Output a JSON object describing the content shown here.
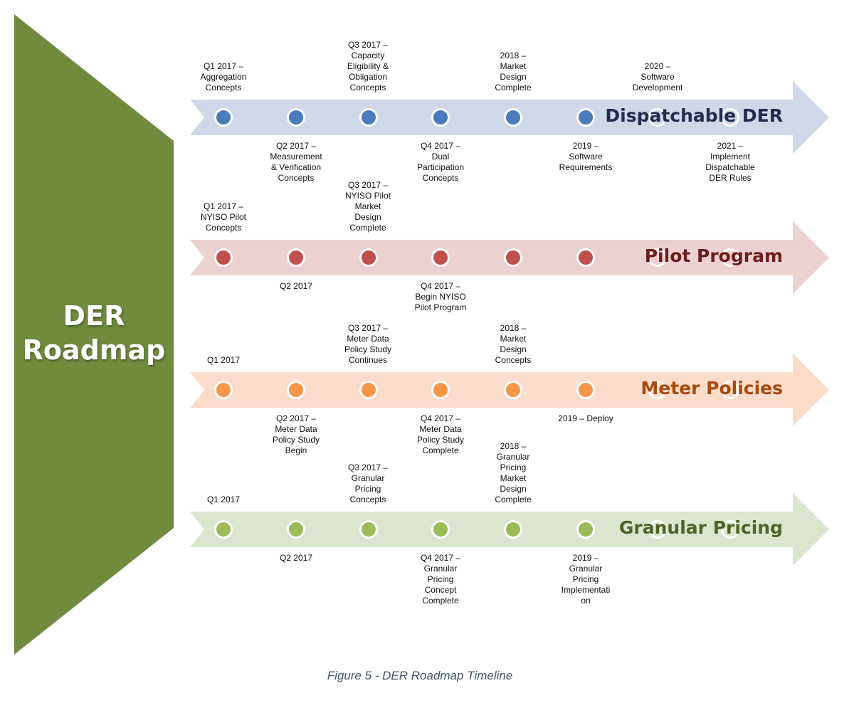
{
  "roadmap_title": [
    "DER",
    "Roadmap"
  ],
  "caption": "Figure 5 - DER Roadmap Timeline",
  "colors": {
    "chevron": "#6f8b3e"
  },
  "tracks": [
    {
      "id": "dispatchable",
      "title": "Dispatchable DER",
      "band_color": "#cfd8e8",
      "title_color": "#1f2d4d",
      "dot_color": "#4a7bbd",
      "filled_dots": 6,
      "above": [
        [
          "Q1 2017 –",
          "Aggregation",
          "Concepts"
        ],
        [
          "Q3 2017 –",
          "Capacity",
          "Eligibility &",
          "Obligation",
          "Concepts"
        ],
        [
          "2018 –",
          "Market",
          "Design",
          "Complete"
        ],
        [
          "2020 –",
          "Software",
          "Development"
        ]
      ],
      "below": [
        [
          "Q2 2017 –",
          "Measurement",
          "& Verification",
          "Concepts"
        ],
        [
          "Q4 2017 –",
          "Dual",
          "Participation",
          "Concepts"
        ],
        [
          "2019 –",
          "Software",
          "Requirements"
        ],
        [
          "2021 –",
          "Implement",
          "Dispatchable",
          "DER Rules"
        ]
      ]
    },
    {
      "id": "pilot",
      "title": "Pilot Program",
      "band_color": "#ebd1d0",
      "title_color": "#6b1d1d",
      "dot_color": "#c0504d",
      "filled_dots": 6,
      "above": [
        [
          "Q1 2017 –",
          "NYISO Pilot",
          "Concepts"
        ],
        [
          "Q3 2017 –",
          "NYISO Pilot",
          "Market",
          "Design",
          "Complete"
        ]
      ],
      "below": [
        [
          "Q2 2017"
        ],
        [
          "Q4 2017 –",
          "Begin NYISO",
          "Pilot Program"
        ]
      ]
    },
    {
      "id": "meter",
      "title": "Meter Policies",
      "band_color": "#fbdccb",
      "title_color": "#a8490c",
      "dot_color": "#f79646",
      "filled_dots": 6,
      "above": [
        [
          "Q1 2017"
        ],
        [
          "Q3 2017 –",
          "Meter Data",
          "Policy Study",
          "Continues"
        ],
        [
          "2018 –",
          "Market",
          "Design",
          "Concepts"
        ]
      ],
      "below": [
        [
          "Q2 2017 –",
          "Meter Data",
          "Policy Study",
          "Begin"
        ],
        [
          "Q4 2017 –",
          "Meter Data",
          "Policy Study",
          "Complete"
        ],
        [
          "2019 – Deploy"
        ]
      ]
    },
    {
      "id": "granular",
      "title": "Granular Pricing",
      "band_color": "#dce6cf",
      "title_color": "#4f6228",
      "dot_color": "#9bbb59",
      "filled_dots": 6,
      "above": [
        [
          "Q1 2017"
        ],
        [
          "Q3 2017 –",
          "Granular",
          "Pricing",
          "Concepts"
        ],
        [
          "2018 –",
          "Granular",
          "Pricing",
          "Market",
          "Design",
          "Complete"
        ]
      ],
      "below": [
        [
          "Q2 2017"
        ],
        [
          "Q4 2017 –",
          "Granular",
          "Pricing",
          "Concept",
          "Complete"
        ],
        [
          "2019 –",
          "Granular",
          "Pricing",
          "Implementati",
          "on"
        ]
      ]
    }
  ]
}
